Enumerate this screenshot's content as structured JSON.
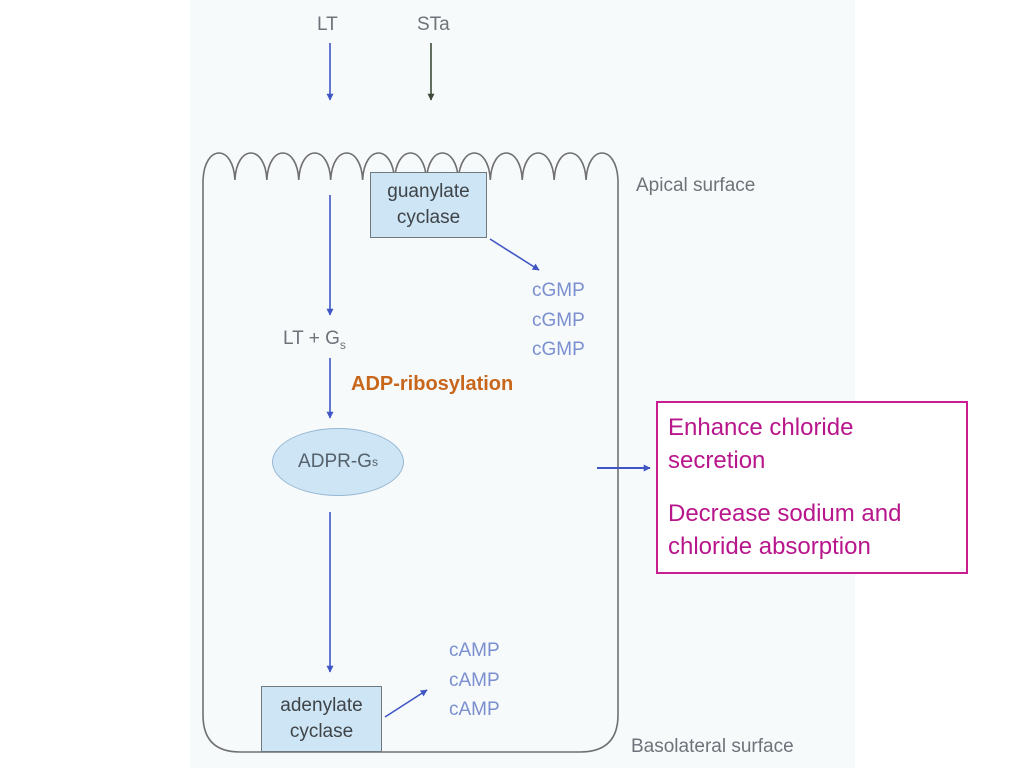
{
  "inputs": {
    "lt": "LT",
    "sta": "STa"
  },
  "surfaces": {
    "apical": "Apical surface",
    "basolateral": "Basolateral surface"
  },
  "guanylate_cyclase": [
    "guanylate",
    "cyclase"
  ],
  "cgmp": [
    "cGMP",
    "cGMP",
    "cGMP"
  ],
  "lt_gs": {
    "text": "LT + G",
    "sub": "s"
  },
  "adp_ribosylation": "ADP-ribosylation",
  "adpr_gs": {
    "text": "ADPR-G",
    "sub": "s"
  },
  "camp": [
    "cAMP",
    "cAMP",
    "cAMP"
  ],
  "adenylate_cyclase": [
    "adenylate",
    "cyclase"
  ],
  "effects": [
    "Enhance chloride secretion",
    "Decrease sodium and chloride absorption"
  ],
  "colors": {
    "arrow_blue": "#3f56c4",
    "arrow_dark": "#3d4a3a",
    "membrane": "#707070",
    "box_fill": "#cde5f4",
    "effect_border": "#c81e92",
    "effect_text": "#b8168c",
    "adp_text": "#c8661c",
    "messenger_text": "#7a8fd0"
  }
}
